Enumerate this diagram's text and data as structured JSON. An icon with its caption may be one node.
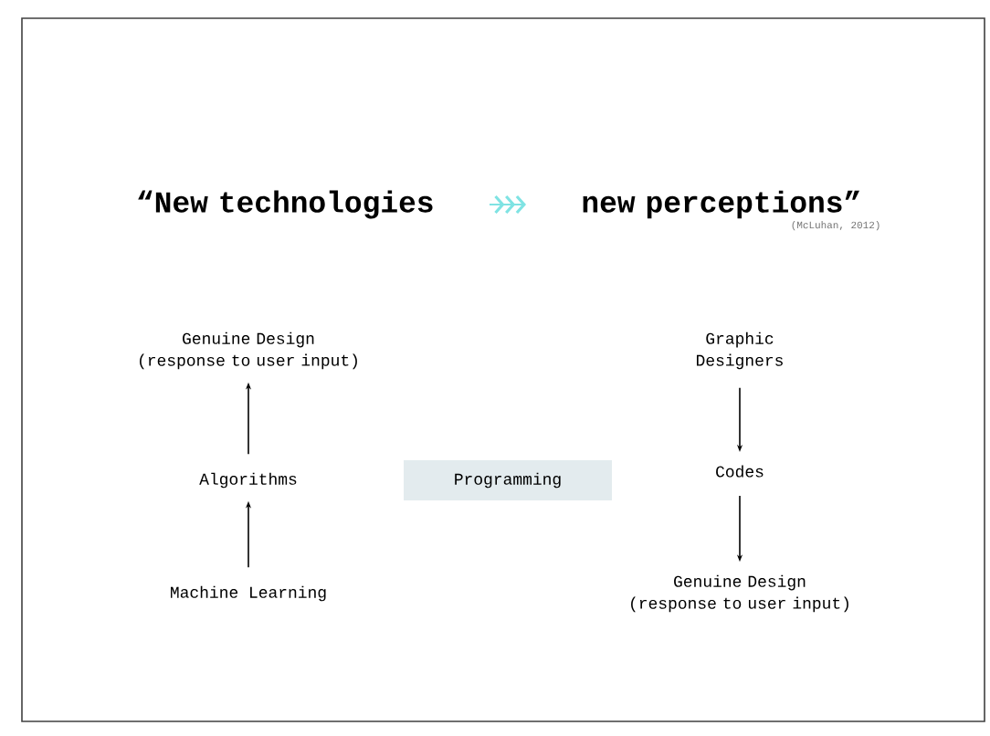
{
  "diagram": {
    "nodes": [
      {
        "text": [
          "“New technologies"
        ]
      },
      {
        "text": [
          "new perceptions”"
        ],
        "beside": [
          "(McLuhan, 2012)"
        ]
      },
      {
        "text": [
          "Genuine Design (response to user input)"
        ]
      },
      {
        "text": [
          "Algorithms"
        ]
      },
      {
        "text": [
          "Machine Learning"
        ]
      },
      {
        "text": [
          "Programming"
        ]
      },
      {
        "text": [
          "Graphic Designers"
        ]
      },
      {
        "text": [
          "Codes"
        ]
      },
      {
        "text": [
          "Genuine Design (response to user input)"
        ]
      }
    ],
    "edges": [
      {
        "from": 0,
        "to": 1,
        "arrow": "to",
        "color": "#7fe3e3"
      },
      {
        "from": 4,
        "to": 3,
        "arrow": "to"
      },
      {
        "from": 3,
        "to": 2,
        "arrow": "to"
      },
      {
        "from": 6,
        "to": 7,
        "arrow": "to"
      },
      {
        "from": 7,
        "to": 8,
        "arrow": "to"
      }
    ]
  }
}
